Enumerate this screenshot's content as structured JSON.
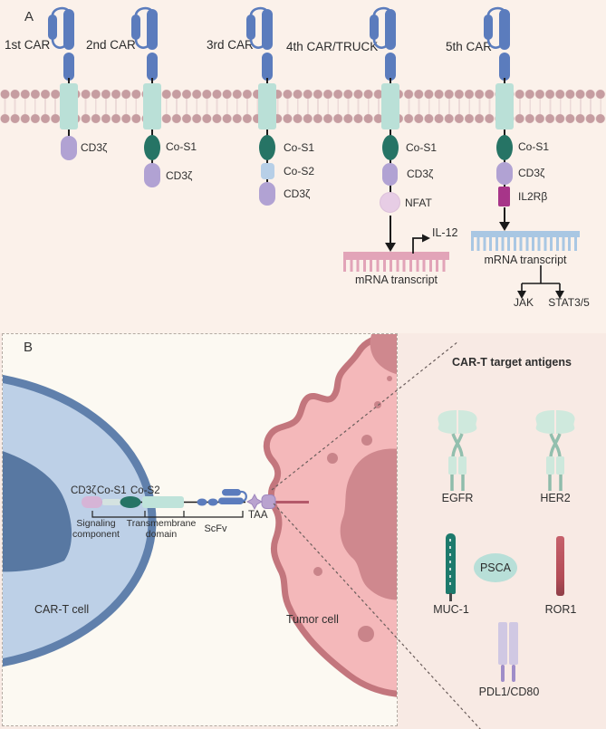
{
  "panel_a": {
    "label": "A",
    "cars": [
      {
        "label": "1st CAR",
        "components": [
          "CD3ζ"
        ]
      },
      {
        "label": "2nd CAR",
        "components": [
          "Co-S1",
          "CD3ζ"
        ]
      },
      {
        "label": "3rd CAR",
        "components": [
          "Co-S1",
          "Co-S2",
          "CD3ζ"
        ]
      },
      {
        "label": "4th CAR/TRUCK",
        "components": [
          "Co-S1",
          "CD3ζ",
          "NFAT"
        ],
        "mrna": "mRNA transcript",
        "cytokine": "IL-12"
      },
      {
        "label": "5th CAR",
        "components": [
          "Co-S1",
          "CD3ζ",
          "IL2Rβ"
        ],
        "mrna": "mRNA transcript",
        "downstream_1": "JAK",
        "downstream_2": "STAT3/5"
      }
    ]
  },
  "panel_b": {
    "label": "B",
    "construct": {
      "cd3z": "CD3ζ",
      "cos1": "Co-S1",
      "cos2": "Co-S2"
    },
    "regions": {
      "signaling": "Signaling component",
      "transmembrane": "Transmembrane domain",
      "scfv": "ScFv",
      "taa": "TAA"
    },
    "cells": {
      "car_t": "CAR-T cell",
      "tumor": "Tumor cell"
    }
  },
  "antigen_panel": {
    "title": "CAR-T target antigens",
    "items": [
      "EGFR",
      "HER2",
      "MUC-1",
      "PSCA",
      "ROR1",
      "PDL1/CD80"
    ]
  },
  "colors": {
    "scfv_blue": "#5b7cbd",
    "co_s1_teal": "#267465",
    "co_s2_blue": "#b7cfe7",
    "cd3z_purple": "#b1a2d3",
    "nfat_pink": "#e7cde5",
    "il2rb_magenta": "#a73589",
    "membrane_mauve": "#c69da1",
    "transmembrane_mint": "#bae0d7",
    "mrna_pink": "#e2a4b8",
    "mrna_blue": "#a9c7e3",
    "car_t_blue": "#bdd0e7",
    "tumor_pink": "#f4b8ba"
  }
}
